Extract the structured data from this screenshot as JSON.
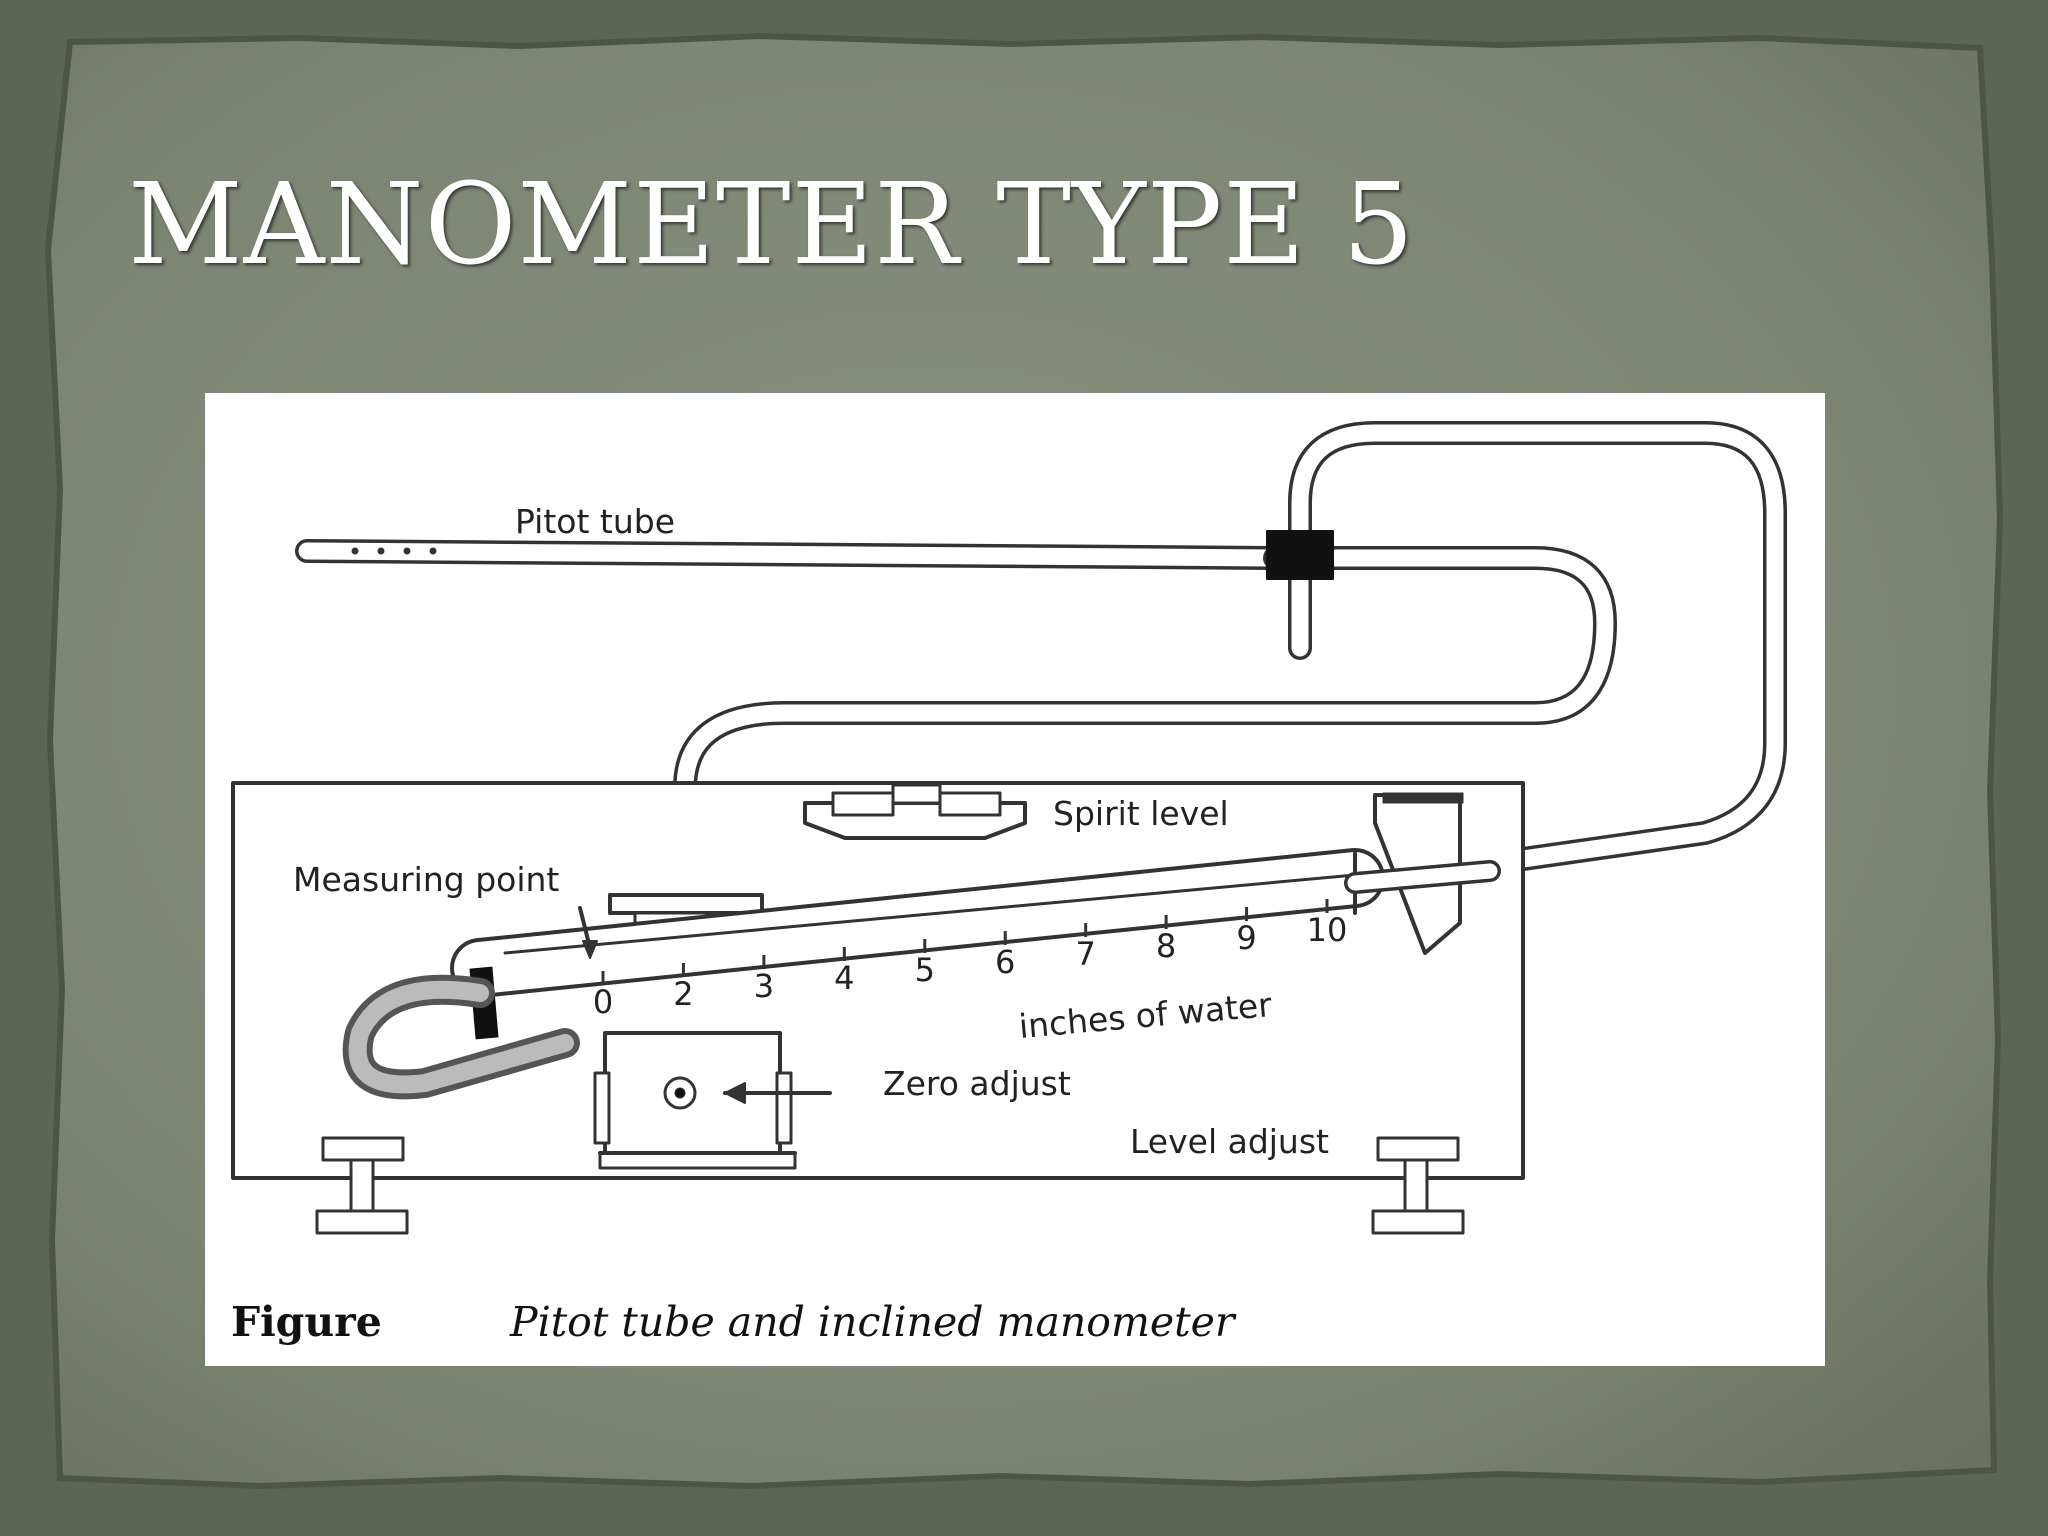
{
  "slide": {
    "title": "MANOMETER TYPE 5",
    "colors": {
      "outer": "#5c6652",
      "paper": "#808878",
      "title": "#ffffff",
      "panel": "#ffffff"
    }
  },
  "figure": {
    "labels": {
      "pitot_tube": "Pitot tube",
      "spirit_level": "Spirit level",
      "measuring_point": "Measuring point",
      "inches_of_water": "inches of water",
      "zero_adjust": "Zero adjust",
      "level_adjust": "Level adjust"
    },
    "scale_ticks": [
      "0",
      "2",
      "3",
      "4",
      "5",
      "6",
      "7",
      "8",
      "9",
      "10"
    ],
    "caption": {
      "label": "Figure",
      "text": "Pitot tube and inclined manometer"
    }
  }
}
